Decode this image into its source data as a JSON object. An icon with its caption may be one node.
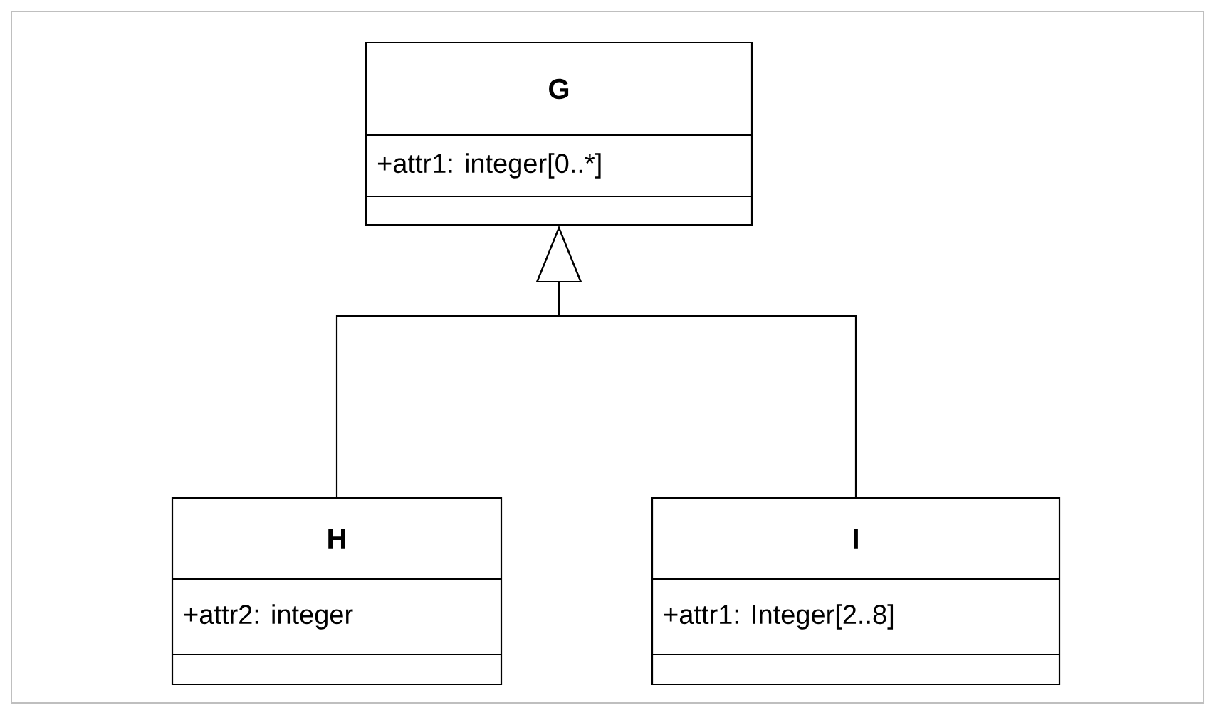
{
  "diagram": {
    "nodes": [
      {
        "text": [
          "G",
          "+attr1: integer[0..*]"
        ]
      },
      {
        "text": [
          "H",
          "+attr2: integer"
        ]
      },
      {
        "text": [
          "I",
          "+attr1: Integer[2..8]"
        ]
      }
    ],
    "edges": [
      {
        "from": 1,
        "to": 0,
        "arrow": "to"
      },
      {
        "from": 2,
        "to": 0,
        "arrow": "to"
      }
    ]
  }
}
